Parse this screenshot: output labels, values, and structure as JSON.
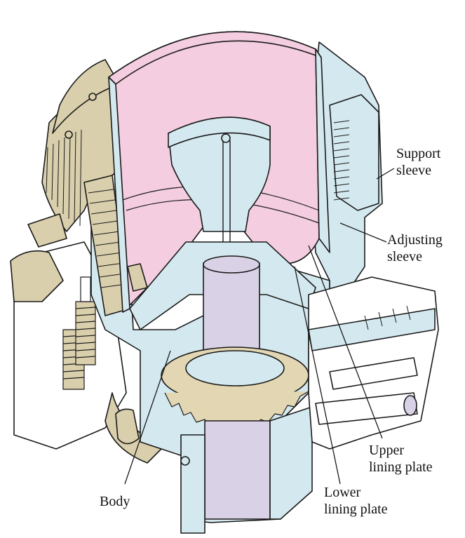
{
  "diagram": {
    "colors": {
      "tan": "#d9cfad",
      "pink": "#f4cde0",
      "light_blue": "#d4e9ef",
      "lavender": "#d9d2e6",
      "gear_tan": "#e2d6b3",
      "outline": "#1a1a1a",
      "background": "#ffffff"
    },
    "labels": {
      "support_sleeve": {
        "line1": "Support",
        "line2": "sleeve"
      },
      "adjusting_sleeve": {
        "line1": "Adjusting",
        "line2": "sleeve"
      },
      "upper_lining_plate": {
        "line1": "Upper",
        "line2": "lining plate"
      },
      "lower_lining_plate": {
        "line1": "Lower",
        "line2": "lining plate"
      },
      "body": {
        "line1": "Body"
      }
    }
  }
}
